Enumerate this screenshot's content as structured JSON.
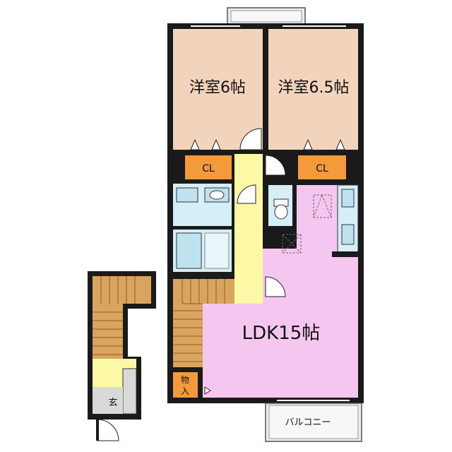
{
  "floor_plan": {
    "rooms": {
      "western_room_left": "洋室6帖",
      "western_room_right": "洋室6.5帖",
      "ldk": "LDK15帖",
      "closet_left": "CL",
      "closet_right": "CL",
      "storage": "物入",
      "entrance": "玄",
      "balcony": "バルコニー"
    },
    "colors": {
      "western_room": "#f2d3bc",
      "ldk": "#f5c6ef",
      "closet": "#f39a3a",
      "hallway": "#fbf8a6",
      "wet_area": "#d6eef5",
      "entrance": "#d9d9d9",
      "stairs": "#d9a55e",
      "wall": "#1a1a1a"
    }
  }
}
